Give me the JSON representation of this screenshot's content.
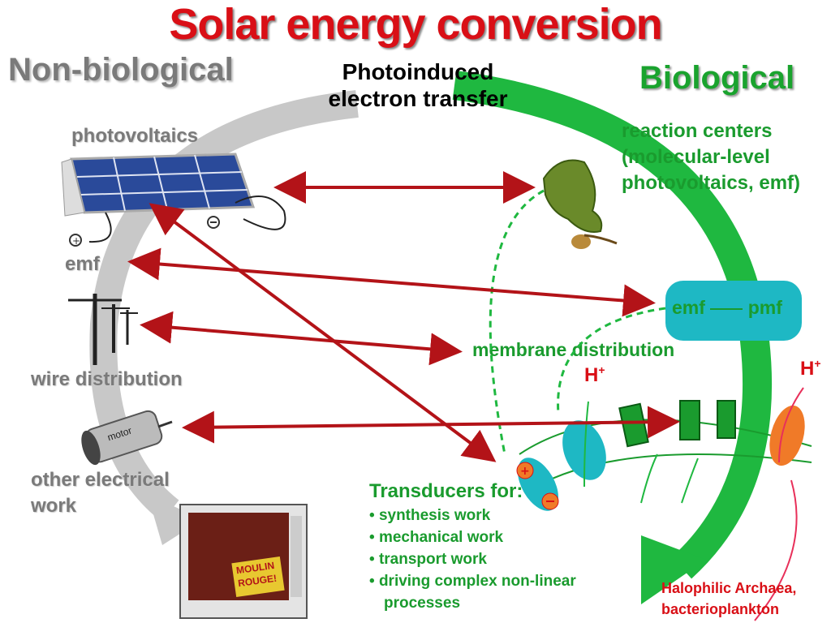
{
  "title": "Solar energy conversion",
  "non_biological": "Non-biological",
  "biological": "Biological",
  "photoinduced": [
    "Photoinduced",
    "electron transfer"
  ],
  "left": {
    "photovoltaics": "photovoltaics",
    "emf": "emf",
    "wire_distribution": "wire distribution",
    "motor": "motor",
    "other_work": [
      "other electrical",
      "work"
    ],
    "tv_text": [
      "MOULIN",
      "ROUGE!"
    ]
  },
  "right": {
    "reaction_centers": [
      "reaction centers",
      "(molecular-level",
      "photovoltaics, emf)"
    ],
    "emf_pmf": {
      "emf": "emf",
      "pmf": "pmf"
    },
    "membrane_distribution": "membrane distribution",
    "h_plus": "H",
    "h_plus_sup": "+",
    "transducers": {
      "heading": "Transducers for:",
      "items": [
        "synthesis work",
        "mechanical work",
        "transport work",
        "driving complex non-linear",
        "processes"
      ]
    },
    "halophilic": [
      "Halophilic Archaea,",
      "bacterioplankton"
    ]
  },
  "colors": {
    "title": "#d90f16",
    "grey_arrow": "#c8c8c8",
    "green_arrow": "#1fb840",
    "red_arrow": "#b31318",
    "teal": "#1eb8c4",
    "green_text": "#1a9b2e"
  }
}
